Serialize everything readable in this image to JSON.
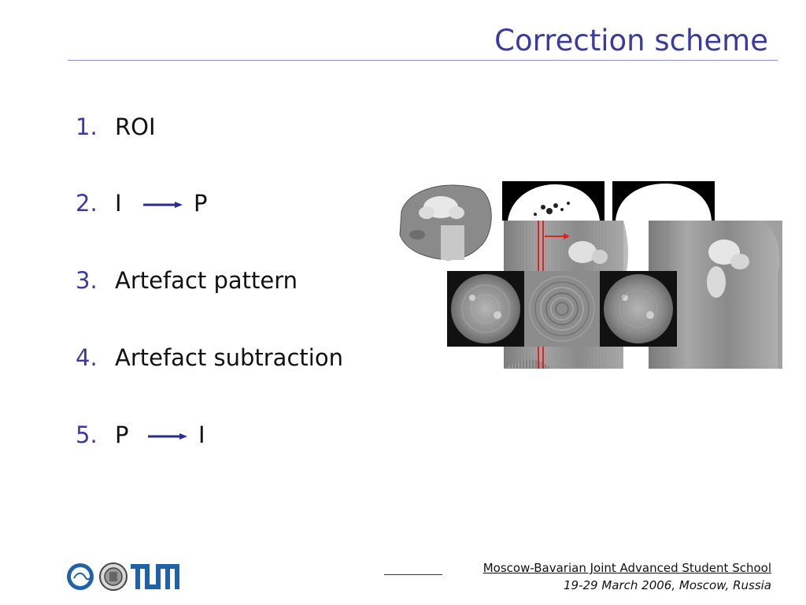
{
  "slide": {
    "title": "Correction scheme"
  },
  "steps": [
    {
      "number": "1.",
      "text": "ROI"
    },
    {
      "number": "2.",
      "text": "I",
      "arrow_target": "P"
    },
    {
      "number": "3.",
      "text": "Artefact pattern"
    },
    {
      "number": "4.",
      "text": "Artefact subtraction"
    },
    {
      "number": "5.",
      "text": "P",
      "arrow_target": "I"
    }
  ],
  "footer": {
    "school": "Moscow-Bavarian Joint Advanced Student School",
    "dates": "19-29 March 2006, Moscow, Russia"
  },
  "colors": {
    "title": "#3a3aa0",
    "number": "#3a3aa0",
    "arrow": "#2c2c8c",
    "rule": "#8f8fd0",
    "tum_blue": "#1f62a8"
  },
  "icons": {
    "arrow": "right-arrow-icon",
    "logo_left": "mbjass-logo",
    "logo_middle": "university-seal-logo",
    "logo_right": "tum-logo"
  }
}
